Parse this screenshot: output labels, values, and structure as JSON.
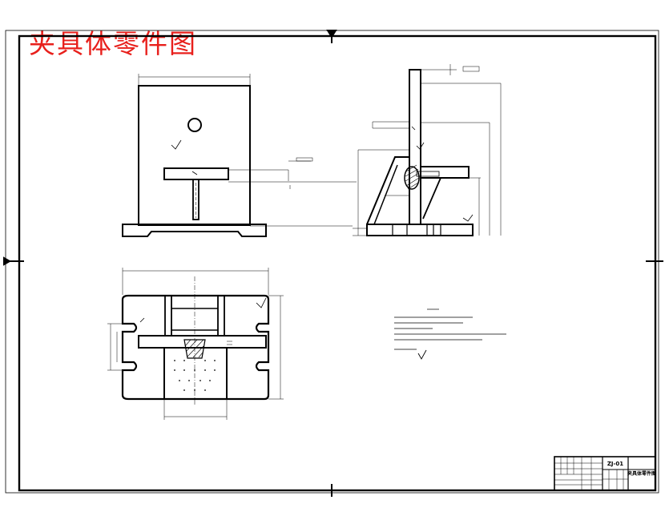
{
  "drawing": {
    "title": "夹具体零件图",
    "title_color": "#e8201c",
    "line_color": "#000000",
    "title_block": {
      "drawing_number": "ZJ-01",
      "name": "夹具体零件图"
    }
  }
}
